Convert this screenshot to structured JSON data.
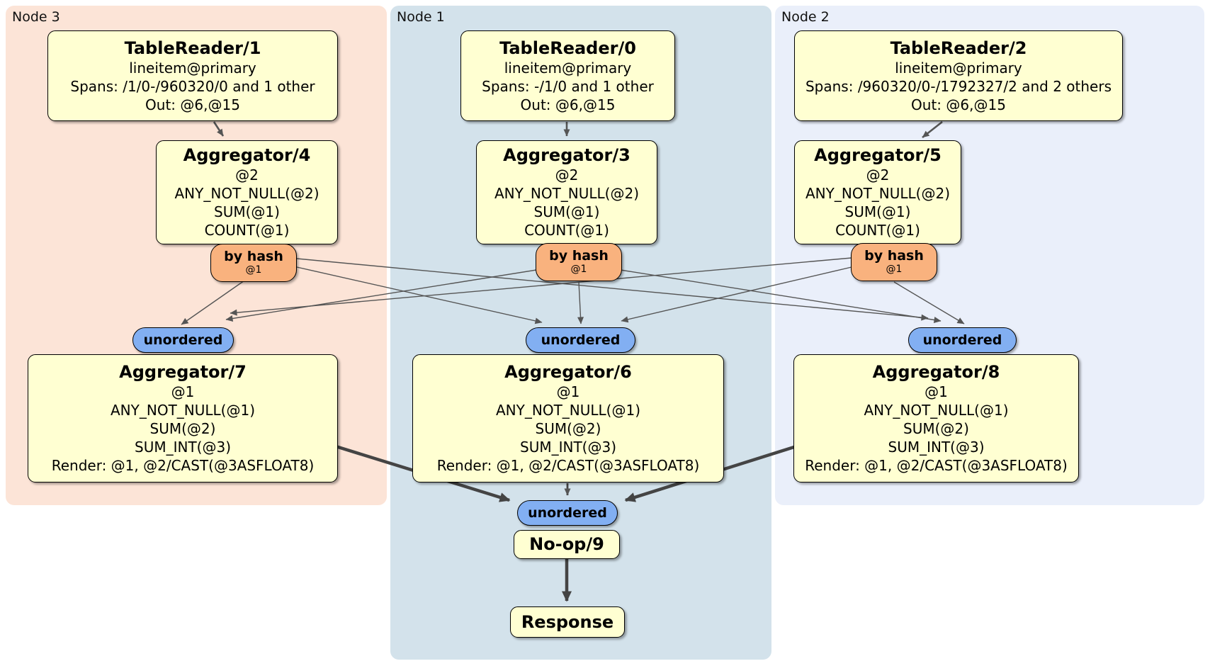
{
  "colors": {
    "canvas_bg": "#ffffff",
    "node3_bg": "#fce4d7",
    "node1_bg": "#d3e2eb",
    "node2_bg": "#eaeffa",
    "processor_box_bg": "#ffffd2",
    "byhash_badge_bg": "#f9b27e",
    "unordered_badge_bg": "#82aff2",
    "edge_thin": "#555555",
    "edge_thick": "#444444",
    "text": "#000000"
  },
  "regions": {
    "node3": {
      "label": "Node 3"
    },
    "node1": {
      "label": "Node 1"
    },
    "node2": {
      "label": "Node 2"
    }
  },
  "boxes": {
    "tablereader1": {
      "title": "TableReader/1",
      "lines": [
        "lineitem@primary",
        "Spans: /1/0-/960320/0 and 1 other",
        "Out: @6,@15"
      ]
    },
    "tablereader0": {
      "title": "TableReader/0",
      "lines": [
        "lineitem@primary",
        "Spans: -/1/0 and 1 other",
        "Out: @6,@15"
      ]
    },
    "tablereader2": {
      "title": "TableReader/2",
      "lines": [
        "lineitem@primary",
        "Spans: /960320/0-/1792327/2 and 2 others",
        "Out: @6,@15"
      ]
    },
    "aggregator4": {
      "title": "Aggregator/4",
      "lines": [
        "@2",
        "ANY_NOT_NULL(@2)",
        "SUM(@1)",
        "COUNT(@1)"
      ]
    },
    "aggregator3": {
      "title": "Aggregator/3",
      "lines": [
        "@2",
        "ANY_NOT_NULL(@2)",
        "SUM(@1)",
        "COUNT(@1)"
      ]
    },
    "aggregator5": {
      "title": "Aggregator/5",
      "lines": [
        "@2",
        "ANY_NOT_NULL(@2)",
        "SUM(@1)",
        "COUNT(@1)"
      ]
    },
    "aggregator7": {
      "title": "Aggregator/7",
      "lines": [
        "@1",
        "ANY_NOT_NULL(@1)",
        "SUM(@2)",
        "SUM_INT(@3)",
        "Render: @1, @2/CAST(@3ASFLOAT8)"
      ]
    },
    "aggregator6": {
      "title": "Aggregator/6",
      "lines": [
        "@1",
        "ANY_NOT_NULL(@1)",
        "SUM(@2)",
        "SUM_INT(@3)",
        "Render: @1, @2/CAST(@3ASFLOAT8)"
      ]
    },
    "aggregator8": {
      "title": "Aggregator/8",
      "lines": [
        "@1",
        "ANY_NOT_NULL(@1)",
        "SUM(@2)",
        "SUM_INT(@3)",
        "Render: @1, @2/CAST(@3ASFLOAT8)"
      ]
    },
    "noop9": {
      "title": "No-op/9"
    },
    "response": {
      "title": "Response"
    }
  },
  "badges": {
    "byhash4": {
      "label": "by hash",
      "sub": "@1"
    },
    "byhash3": {
      "label": "by hash",
      "sub": "@1"
    },
    "byhash5": {
      "label": "by hash",
      "sub": "@1"
    },
    "unordered7": {
      "label": "unordered"
    },
    "unordered6": {
      "label": "unordered"
    },
    "unordered8": {
      "label": "unordered"
    },
    "unordered9": {
      "label": "unordered"
    }
  }
}
